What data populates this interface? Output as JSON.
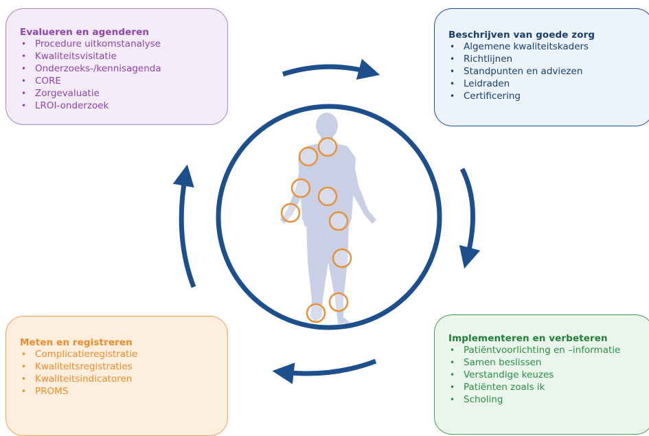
{
  "quadrants": {
    "top_left": {
      "title": "Evalueren en agenderen",
      "items": [
        "Procedure uitkomstanalyse",
        "Kwaliteitsvisitatie",
        "Onderzoeks-/kennisagenda",
        "CORE",
        "Zorgevaluatie",
        "LROI-onderzoek"
      ]
    },
    "top_right": {
      "title": "Beschrijven van goede zorg",
      "items": [
        "Algemene kwaliteitskaders",
        "Richtlijnen",
        "Standpunten en adviezen",
        "Leidraden",
        "Certificering"
      ]
    },
    "bottom_left": {
      "title": "Meten en registreren",
      "items": [
        "Complicatieregistratie",
        "Kwaliteitsregistraties",
        "Kwaliteitsindicatoren",
        "PROMS"
      ]
    },
    "bottom_right": {
      "title": "Implementeren en verbeteren",
      "items": [
        "Patiëntvoorlichting en –informatie",
        "Samen beslissen",
        "Verstandige keuzes",
        "Patiënten zoals ik",
        "Scholing"
      ]
    }
  },
  "colors": {
    "cycle": "#1d4f8d",
    "body": "#c9d0e6",
    "joint_ring": "#e8913a",
    "purple": "#8e44a8",
    "blue": "#173d6e",
    "orange": "#ee8a2c",
    "green": "#1f7f3a"
  }
}
